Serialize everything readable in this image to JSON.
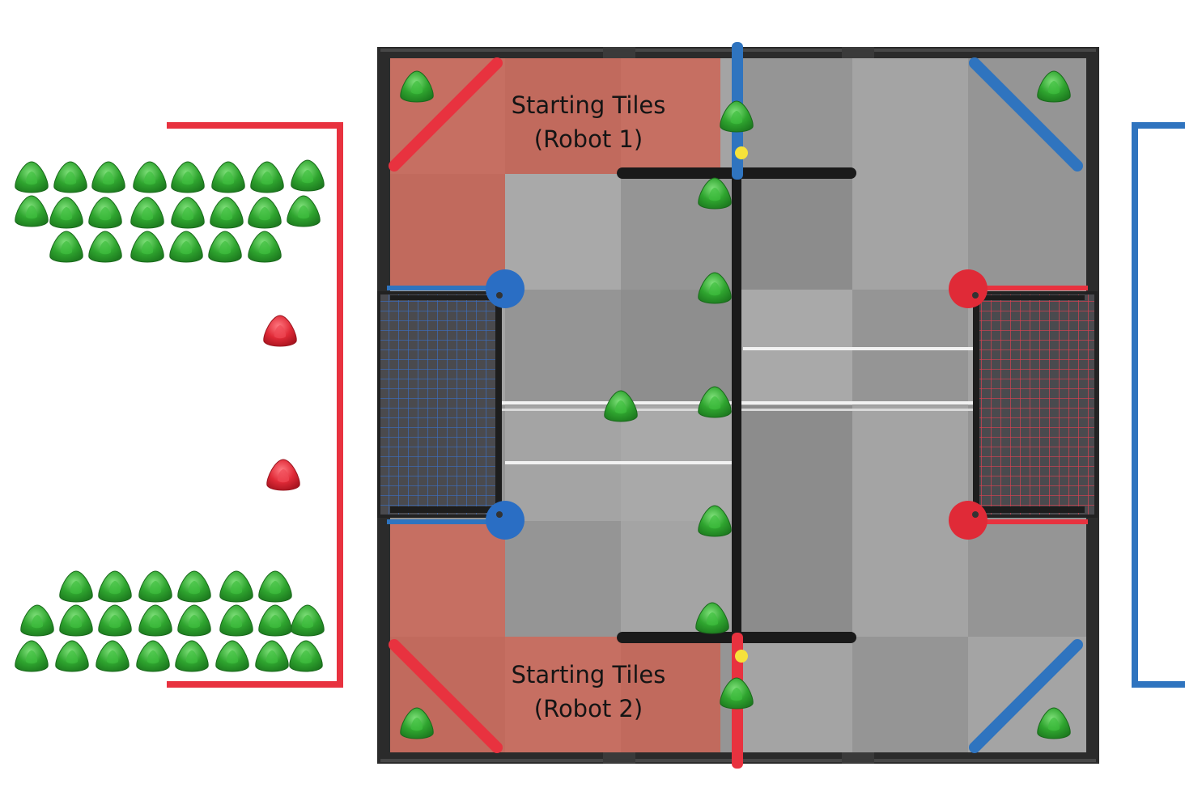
{
  "labels": {
    "starting_tiles_robot1": {
      "line1": "Starting Tiles",
      "line2": "(Robot 1)"
    },
    "starting_tiles_robot2": {
      "line1": "Starting Tiles",
      "line2": "(Robot 2)"
    }
  },
  "colors": {
    "red_alliance": "#e8323f",
    "blue_alliance": "#2f74bf",
    "game_piece_green": "#2fa52f",
    "starting_zone": "#c8705f",
    "tile_light": "#a9a9a9",
    "tile_dark": "#8f8f8f",
    "frame": "#2b2b2b"
  },
  "icons": [
    "triball-icon",
    "goal-net-icon",
    "elevation-bar-icon",
    "matchload-bar-icon"
  ]
}
